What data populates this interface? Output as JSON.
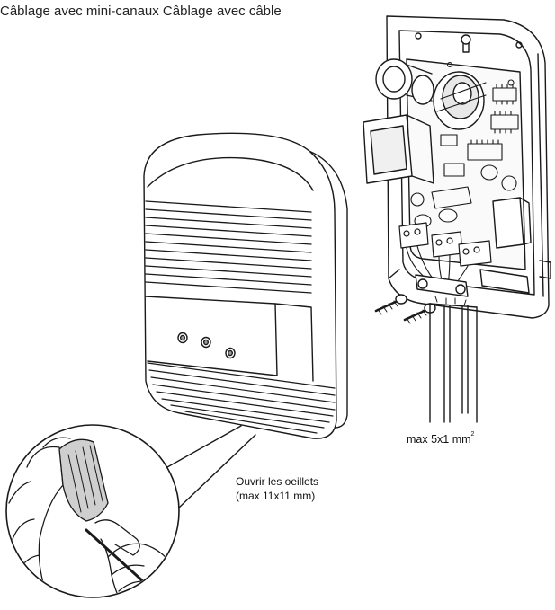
{
  "title": "Câblage avec mini-canaux Câblage avec câble",
  "callouts": {
    "cable_spec_prefix": "max 5x1 mm",
    "cable_spec_superscript": "2",
    "knockout_line1": "Ouvrir les oeillets",
    "knockout_line2": "(max 11x11 mm)"
  },
  "colors": {
    "line": "#1a1a1a",
    "shade": "#cfcfcf",
    "background": "#ffffff"
  }
}
